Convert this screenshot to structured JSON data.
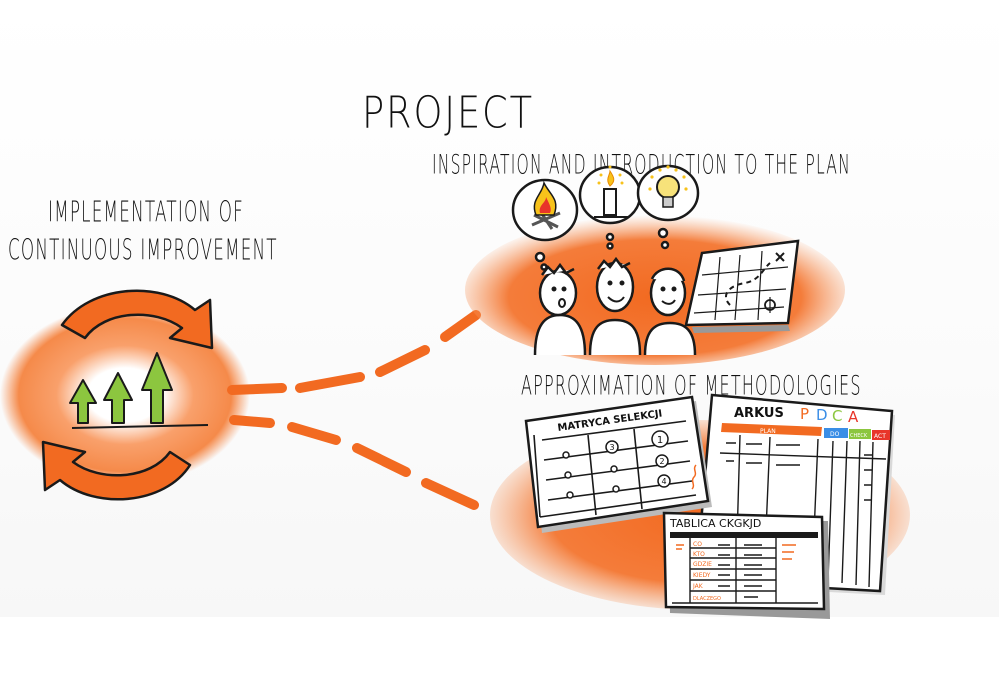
{
  "diagram": {
    "title": "PROJECT",
    "left_block": {
      "heading_line1": "IMPLEMENTATION OF",
      "heading_line2": "CONTINUOUS IMPROVEMENT",
      "icon": "cycle-arrows-with-growth-arrows-icon"
    },
    "branches": [
      {
        "label": "INSPIRATION AND INTRODUCTION TO THE PLAN",
        "thought_icons": [
          "campfire-icon",
          "candle-icon",
          "lightbulb-icon"
        ],
        "people_count": 3,
        "extra_icon": "map-icon"
      },
      {
        "label": "APPROXIMATION OF METHODOLOGIES",
        "cards": [
          {
            "title": "MATRYCA SELEKCJI",
            "cells": [
              "",
              "3",
              "1",
              "",
              "",
              "2",
              "",
              "",
              "4"
            ]
          },
          {
            "title_prefix": "ARKUS",
            "title_letters": [
              "P",
              "D",
              "C",
              "A"
            ],
            "columns": [
              "PLAN",
              "DO",
              "CHECK",
              "ACT"
            ]
          },
          {
            "title": "TABLICA CKGKJD",
            "rows": [
              "CO",
              "KTO",
              "GDZIE",
              "KIEDY",
              "JAK",
              "DLACZEGO"
            ]
          }
        ]
      }
    ],
    "colors": {
      "orange": "#f26a21",
      "orange_light": "#f7a06a",
      "green": "#8cc63f",
      "blue": "#3a8ee6",
      "red": "#e8352a",
      "yellow": "#f7c21b",
      "ink": "#111111"
    }
  }
}
